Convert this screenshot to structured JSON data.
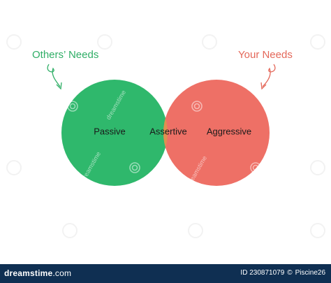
{
  "diagram": {
    "left_set": {
      "label": "Others’ Needs",
      "region": "Passive",
      "color": "#2fb86c"
    },
    "right_set": {
      "label": "Your Needs",
      "region": "Aggressive",
      "color": "#ee7066"
    },
    "overlap": {
      "region": "Assertive",
      "color": "#de914f"
    }
  },
  "watermark": {
    "text": "dreamstime"
  },
  "footer": {
    "brand": "dreamstime",
    "brand_suffix": ".com",
    "id_text": "ID 230871079",
    "separator": "©",
    "author": "Piscine26"
  }
}
